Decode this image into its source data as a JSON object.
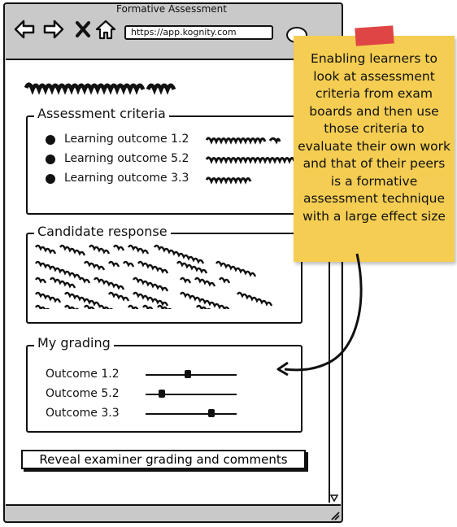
{
  "window": {
    "title": "Formative Assessment",
    "url": "https://app.kognity.com",
    "nav_icons": [
      "back-arrow-icon",
      "forward-arrow-icon",
      "close-icon",
      "home-icon",
      "search-icon"
    ]
  },
  "assessment_criteria": {
    "legend": "Assessment criteria",
    "items": [
      {
        "label": "Learning outcome 1.2"
      },
      {
        "label": "Learning outcome 5.2"
      },
      {
        "label": "Learning outcome 3.3"
      }
    ]
  },
  "candidate_response": {
    "legend": "Candidate response"
  },
  "my_grading": {
    "legend": "My grading",
    "outcomes": [
      {
        "label": "Outcome 1.2",
        "value": 0.46
      },
      {
        "label": "Outcome 5.2",
        "value": 0.18
      },
      {
        "label": "Outcome 3.3",
        "value": 0.72
      }
    ]
  },
  "reveal_button": {
    "label": "Reveal examiner grading and comments"
  },
  "sticky_note": {
    "text": "Enabling learners to look at assessment criteria from exam boards and then use those criteria to evaluate their own work and that of their peers is a formative assessment technique with a large effect size",
    "color": "#f4cd52",
    "tape_color": "#e04545"
  }
}
